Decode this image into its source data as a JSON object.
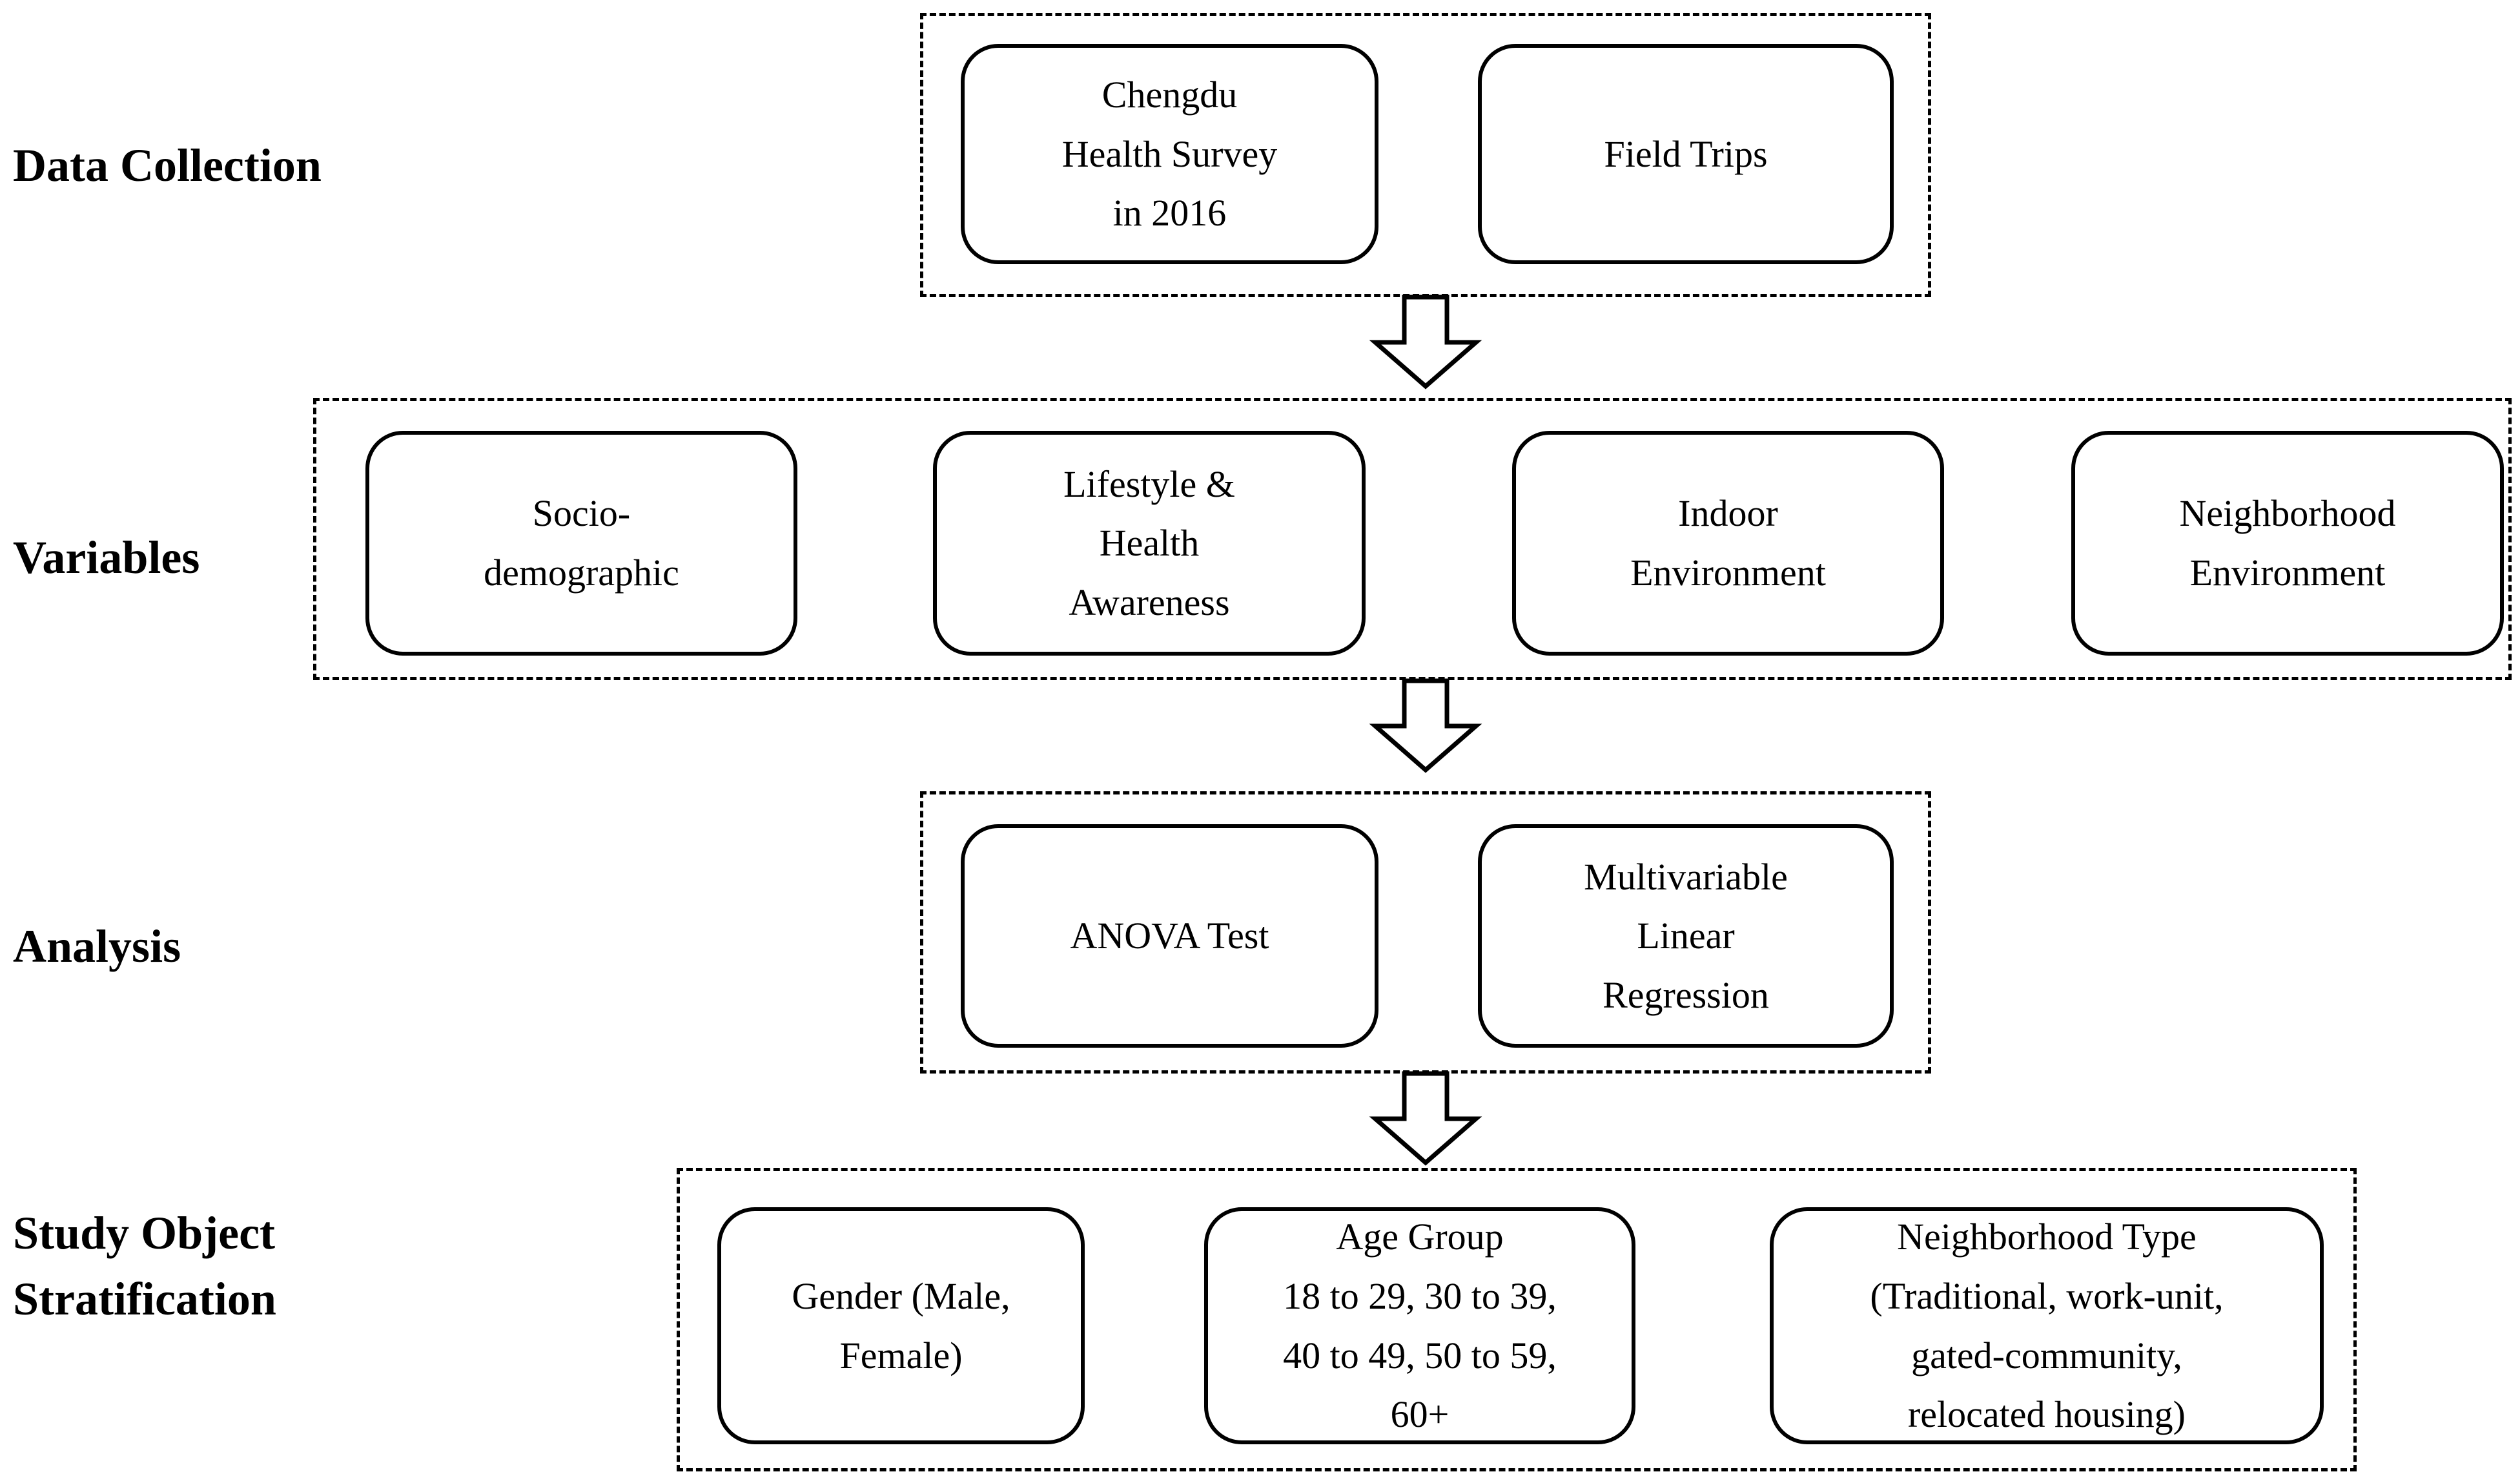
{
  "title": "Study design flowchart",
  "colors": {
    "ink": "#000000",
    "background": "#ffffff"
  },
  "icons": {
    "down_arrow": "block-arrow-down-outline"
  },
  "rows": [
    {
      "label": "Data Collection",
      "boxes": [
        {
          "text": "Chengdu\nHealth Survey\nin 2016"
        },
        {
          "text": "Field Trips"
        }
      ]
    },
    {
      "label": "Variables",
      "boxes": [
        {
          "text": "Socio-\ndemographic"
        },
        {
          "text": "Lifestyle &\nHealth\nAwareness"
        },
        {
          "text": "Indoor\nEnvironment"
        },
        {
          "text": "Neighborhood\nEnvironment"
        }
      ]
    },
    {
      "label": "Analysis",
      "boxes": [
        {
          "text": "ANOVA Test"
        },
        {
          "text": "Multivariable\nLinear\nRegression"
        }
      ]
    },
    {
      "label": "Study Object\nStratification",
      "boxes": [
        {
          "text": "Gender (Male,\nFemale)"
        },
        {
          "text": "Age Group\n18 to 29, 30 to 39,\n40 to 49, 50 to 59,\n60+"
        },
        {
          "text": "Neighborhood Type\n(Traditional, work-unit,\ngated-community,\nrelocated housing)"
        }
      ]
    }
  ]
}
